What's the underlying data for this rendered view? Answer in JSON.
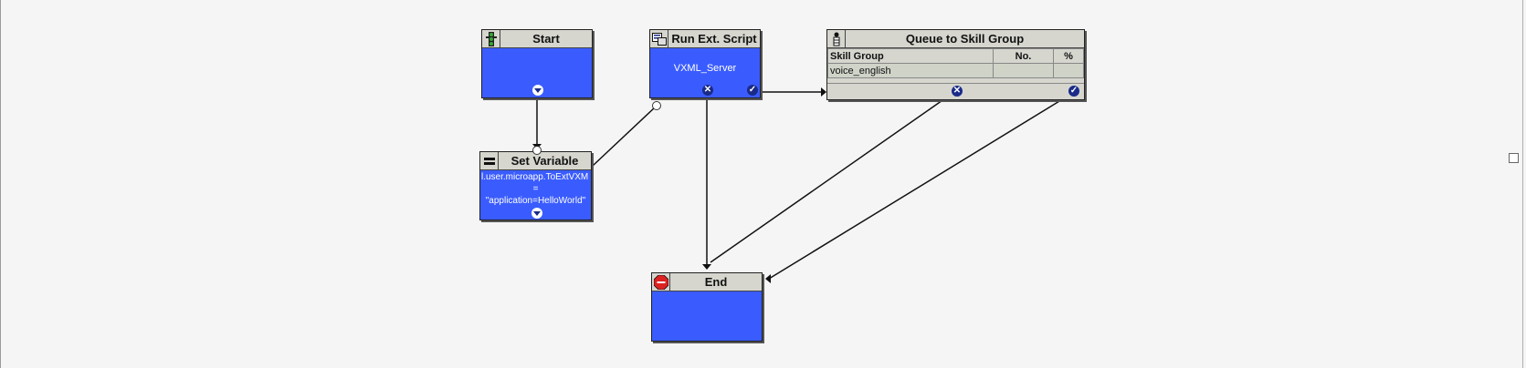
{
  "nodes": {
    "start": {
      "title": "Start",
      "icon": "traffic-light-icon"
    },
    "set_variable": {
      "title": "Set Variable",
      "icon": "equals-icon",
      "lines": [
        "l.user.microapp.ToExtVXM",
        "=",
        "\"application=HelloWorld\""
      ]
    },
    "run_ext_script": {
      "title": "Run Ext. Script",
      "icon": "script-icon",
      "script": "VXML_Server"
    },
    "queue": {
      "title": "Queue to Skill Group",
      "icon": "queue-icon",
      "columns": [
        "Skill Group",
        "No.",
        "%"
      ],
      "rows": [
        [
          "voice_english",
          "",
          ""
        ]
      ]
    },
    "end": {
      "title": "End",
      "icon": "stop-sign-icon"
    }
  },
  "colors": {
    "node_body": "#3a5cff",
    "header": "#d6d6cf",
    "port": "#1a2a88",
    "wire": "#111111"
  }
}
